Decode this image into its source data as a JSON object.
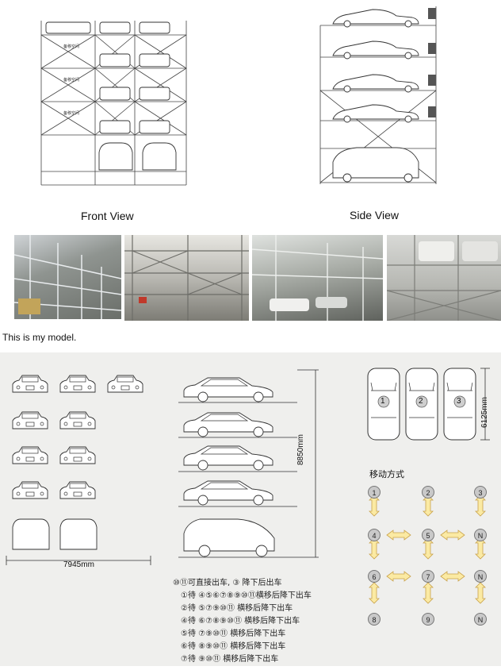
{
  "top": {
    "front_view_label": "Front View",
    "side_view_label": "Side View",
    "drawing_car_text": "备移空间"
  },
  "note": "This is my model.",
  "plan": {
    "width_dim": "7945mm",
    "height_dim": "8850mm",
    "length_dim": "6125mm",
    "move_title": "移动方式",
    "top_view_numbers": [
      "1",
      "2",
      "3"
    ],
    "grid_nodes": [
      "1",
      "2",
      "3",
      "4",
      "5",
      "N",
      "6",
      "7",
      "N",
      "8",
      "9",
      "N"
    ],
    "legend": [
      "⑩⑪可直接出车, ③ 降下后出车",
      "①待 ④⑤⑥⑦⑧⑨⑩⑪横移后降下出车",
      "②待 ⑤⑦⑨⑩⑪ 横移后降下出车",
      "④待 ⑥⑦⑧⑨⑩⑪ 横移后降下出车",
      "⑤待 ⑦⑨⑩⑪ 横移后降下出车",
      "⑥待 ⑧⑨⑩⑪ 横移后降下出车",
      "⑦待 ⑨⑩⑪ 横移后降下出车"
    ]
  },
  "colors": {
    "arrow": "#fbeaa3",
    "arrow_stroke": "#c9a24a",
    "node": "#c9c9c9",
    "panel": "#efefed"
  }
}
